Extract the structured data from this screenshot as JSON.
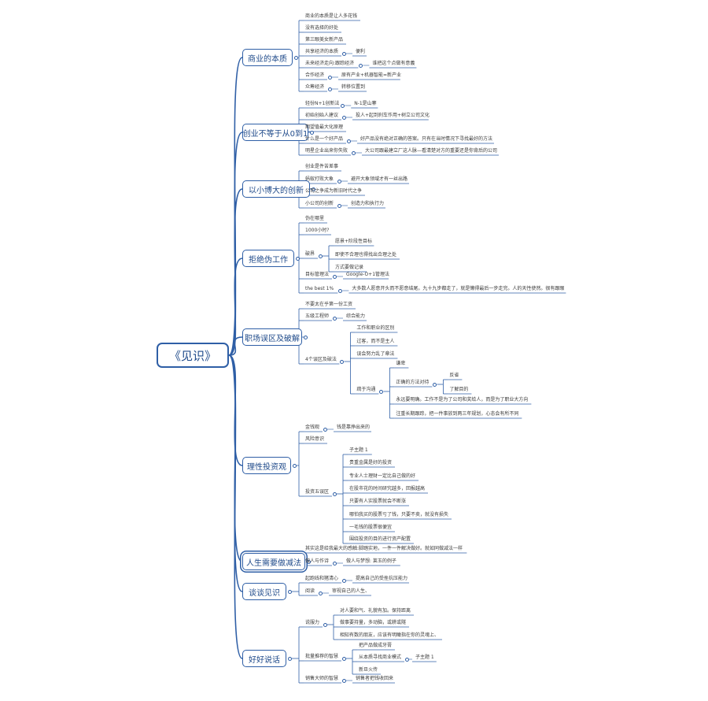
{
  "colors": {
    "line": "#2f5fa6",
    "text": "#3a3a3a",
    "node_text": "#1f4a8a"
  },
  "root": "《见识》",
  "branches": [
    {
      "title": "商业的本质",
      "items": [
        {
          "text": "商业的本质是让人多花钱"
        },
        {
          "text": "没有选择的好处"
        },
        {
          "text": "第三眼美女新产品"
        },
        {
          "text": "共享经济的本质",
          "note": "便利"
        },
        {
          "text": "未来经济走向:跟踪经济",
          "note": "谁把这个点做有意義"
        },
        {
          "text": "合作经济",
          "note": "原有产业+机器智能=新产业"
        },
        {
          "text": "众筹经济",
          "note": "转移位置到"
        }
      ]
    },
    {
      "title": "创业不等于从0到1",
      "items": [
        {
          "text": "轻份N+1创新法",
          "note": "N-1是山寨"
        },
        {
          "text": "初始创始人建议",
          "note": "投人+起到刹车作用+树立公司文化"
        },
        {
          "text": "期望值最大化原理"
        },
        {
          "text": "什么是一个好产品",
          "note": "好产品没有绝对正确的答案。只有在当时情况下寻找最好的方法"
        },
        {
          "text": "明星企业出来你失败",
          "note": "大公司跟最建立厂这人脉—看清楚对方的重要还是你背后的公司"
        }
      ]
    },
    {
      "title": "以小博大的创新",
      "items": [
        {
          "text": "创业是件苦差事"
        },
        {
          "text": "蚂蚁打败大象",
          "note": "避开大象领域才有一丝出路"
        },
        {
          "text": "公司之争成为新旧时代之争"
        },
        {
          "text": "小公司的创新",
          "note": "创造力和执行力"
        }
      ]
    },
    {
      "title": "拒绝伪工作",
      "items": [
        {
          "text": "伪在哪里"
        },
        {
          "text": "1000小时?"
        },
        {
          "text": "破界",
          "subs": [
            {
              "text": "愿景+阶段性目标"
            },
            {
              "text": "即使不合理也得找出合理之处"
            },
            {
              "text": "方式要做记录"
            }
          ]
        },
        {
          "text": "目标管理法",
          "note": "Google-O+1管理法"
        },
        {
          "text": "the best 1%",
          "note": "大多数人愿意开头而不愿意结尾。九十九步都走了，就是懒得最后一步走完。人的天性使然。很有跟眼"
        }
      ]
    },
    {
      "title": "职场误区及破解",
      "items": [
        {
          "text": "不要太在乎第一份工资"
        },
        {
          "text": "五级工程师",
          "note": "综合能力"
        },
        {
          "text": "4个误区及破法",
          "subs": [
            {
              "text": "工作和职业的区别"
            },
            {
              "text": "过客，而不是主人"
            },
            {
              "text": "误会努力乱了章法"
            },
            {
              "text": "疏于沟通",
              "subs": [
                {
                  "text": "谦卑"
                },
                {
                  "text": "正确的方法对待",
                  "subs": [
                    {
                      "text": "反省"
                    },
                    {
                      "text": "了解目的"
                    }
                  ]
                },
                {
                  "text": "永远要明确。工作不是为了公司和奖给人，而是为了职业大方向"
                },
                {
                  "text": "注重长期跟踪，把一件事放到两三年规划，心态会有所不同"
                }
              ]
            }
          ]
        }
      ]
    },
    {
      "title": "理性投资观",
      "items": [
        {
          "text": "金钱观",
          "note": "钱是靠挣出来的"
        },
        {
          "text": "风险意识"
        },
        {
          "text": "投资五误区",
          "subs": [
            {
              "text": "子主题 1"
            },
            {
              "text": "贵重金属是好的投资"
            },
            {
              "text": "专业人士理财一定比自己做的好"
            },
            {
              "text": "在股市花的时间研究越多，回报越高"
            },
            {
              "text": "只要有人实股票就会不断涨"
            },
            {
              "text": "哪怕我买的股票亏了钱，只要不卖，就没有损失"
            },
            {
              "text": "一毛钱的股票很便宜"
            },
            {
              "text": "围绕投资的目的进行资产配置"
            }
          ]
        }
      ]
    },
    {
      "title": "人生需要做减法",
      "items": [
        {
          "text": "其实这是给我最大的感触:脚踏实地，一件一件解决做好。就如同做减法一样"
        },
        {
          "text": "做人与作诗",
          "note": "做人与梦想: 莱玉的例子"
        }
      ]
    },
    {
      "title": "谈谈见识",
      "items": [
        {
          "text": "起跑线和猪清心",
          "note": "提高自己的受挫抗压能力"
        },
        {
          "text": "阅读",
          "note": "审视自己的人生、"
        }
      ]
    },
    {
      "title": "好好说话",
      "items": [
        {
          "text": "说服力",
          "subs": [
            {
              "text": "对人要和气、礼貌有加。保持距离"
            },
            {
              "text": "做事要持量，多动脑，或耕或隧"
            },
            {
              "text": "相知有数的朋友，应该有明瞰指在你的灵魂上、"
            }
          ]
        },
        {
          "text": "批量推荐的智慧",
          "subs": [
            {
              "text": "把产品做成牙膏"
            },
            {
              "text": "从本质寻找商业模式",
              "note": "子主题 1"
            },
            {
              "text": "新旦火传"
            }
          ]
        },
        {
          "text": "销售大师的智慧",
          "note": "销售者把钱收回来"
        }
      ]
    }
  ]
}
